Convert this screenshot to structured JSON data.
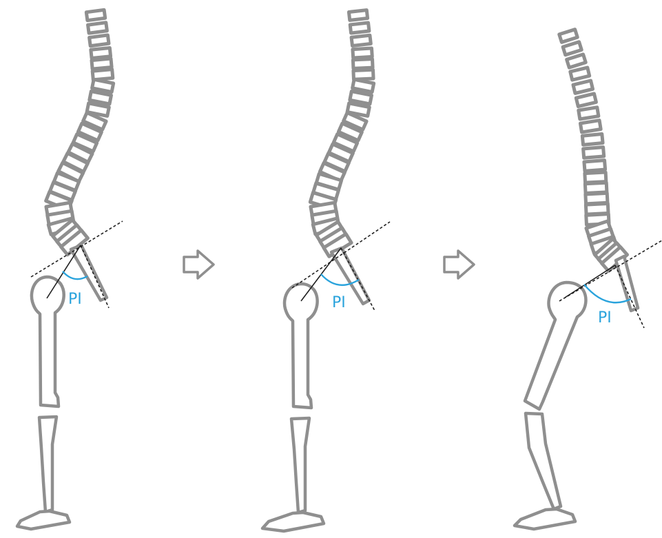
{
  "figure": {
    "stages": [
      {
        "id": "stage-1",
        "angle_label": "PI"
      },
      {
        "id": "stage-2",
        "angle_label": "PI"
      },
      {
        "id": "stage-3",
        "angle_label": "PI"
      }
    ],
    "colors": {
      "bone_stroke": "#8f8f8f",
      "reference_lines": "#1f1f1f",
      "angle_accent": "#2aa3dc"
    },
    "icons": [
      "right-arrow-icon",
      "right-arrow-icon"
    ]
  }
}
